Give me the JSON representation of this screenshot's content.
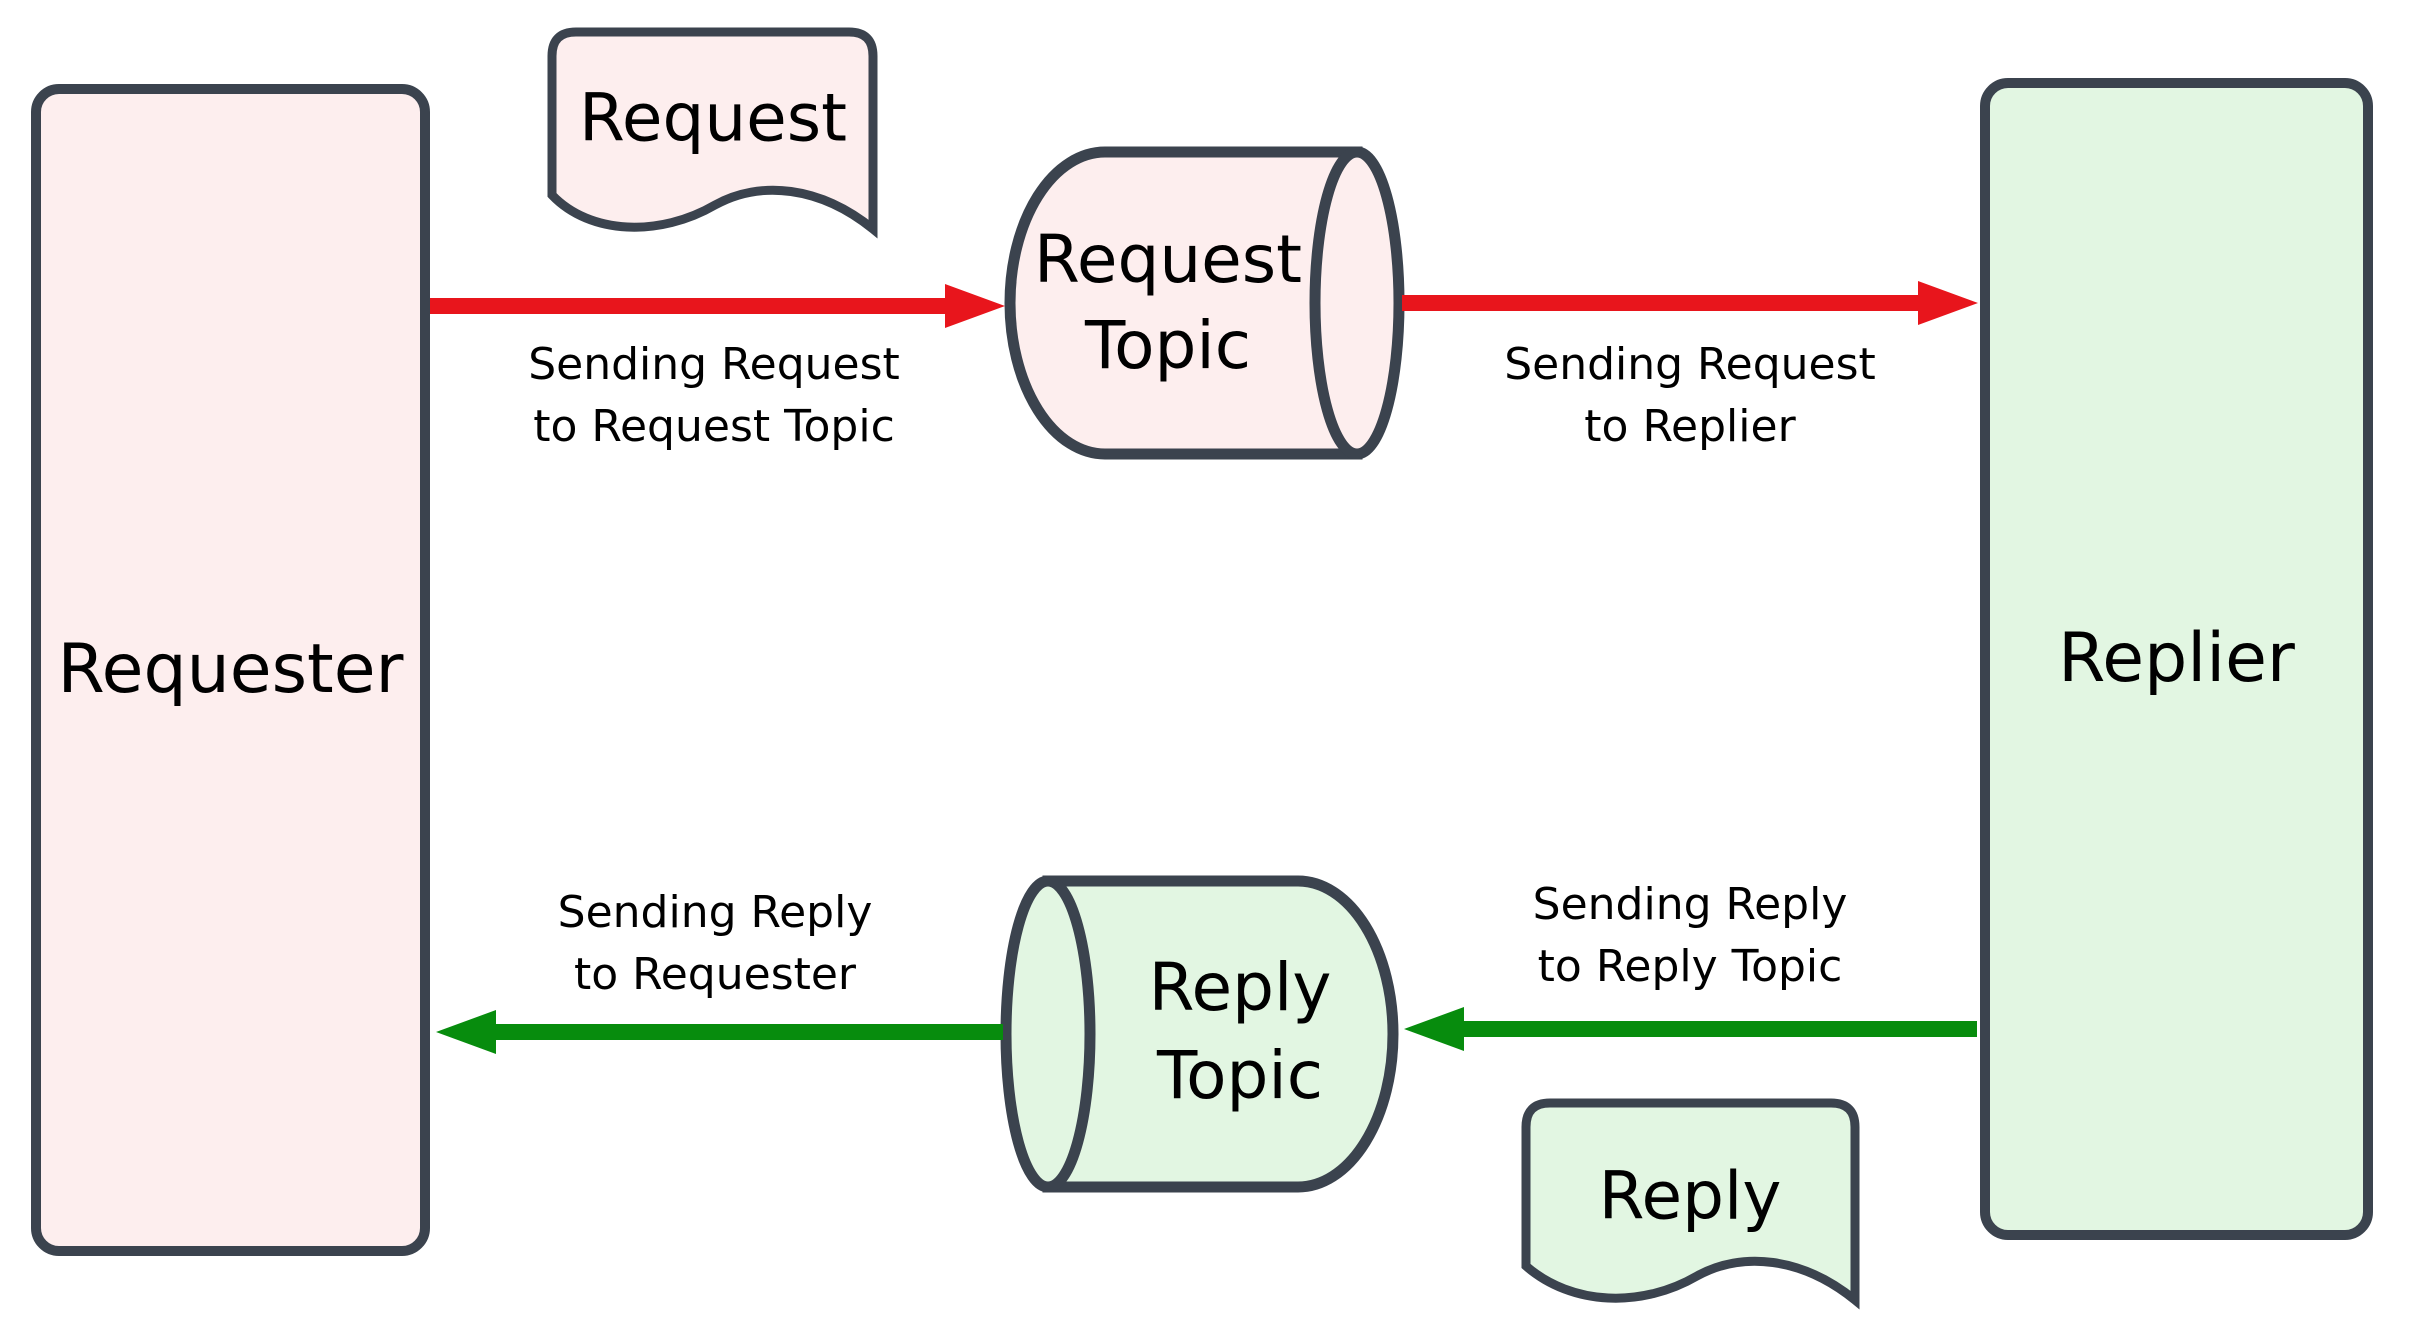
{
  "diagram": {
    "colors": {
      "bg": "#ffffff",
      "border": "#3b434e",
      "pink": "#fdeeee",
      "green": "#e2f6e2",
      "red": "#e8151c",
      "green_arrow": "#078c0d",
      "text": "#000000"
    },
    "nodes": {
      "requester": {
        "label": "Requester"
      },
      "replier": {
        "label": "Replier"
      },
      "request_doc": {
        "label": "Request"
      },
      "reply_doc": {
        "label": "Reply"
      },
      "request_topic": {
        "label": [
          "Request",
          "Topic"
        ]
      },
      "reply_topic": {
        "label": [
          "Reply",
          "Topic"
        ]
      }
    },
    "edges": [
      {
        "id": "request-to-topic",
        "color": "red",
        "label": [
          "Sending Request",
          "to Request Topic"
        ]
      },
      {
        "id": "topic-to-replier",
        "color": "red",
        "label": [
          "Sending Request",
          "to Replier"
        ]
      },
      {
        "id": "reply-to-topic",
        "color": "green",
        "label": [
          "Sending Reply",
          "to Reply Topic"
        ]
      },
      {
        "id": "topic-to-requester",
        "color": "green",
        "label": [
          "Sending Reply",
          "to Requester"
        ]
      }
    ]
  }
}
